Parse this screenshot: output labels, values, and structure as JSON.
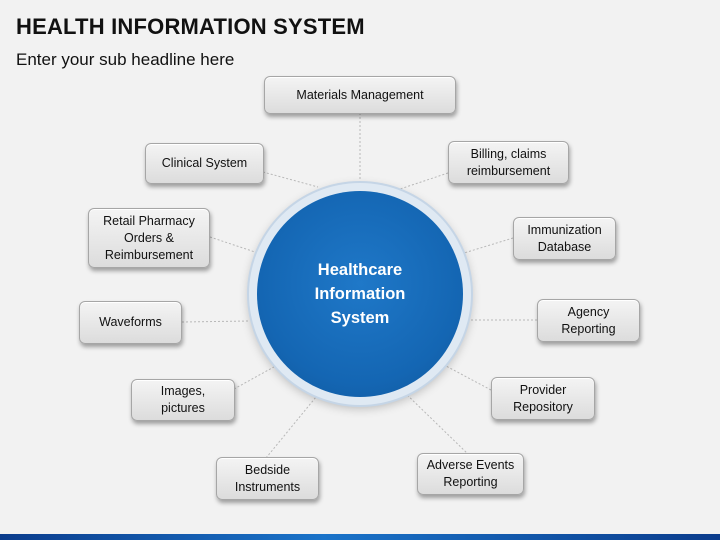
{
  "header": {
    "title": "HEALTH INFORMATION SYSTEM",
    "subtitle": "Enter your sub headline here"
  },
  "hub": {
    "label": "Healthcare\nInformation\nSystem",
    "color": "#1466b3"
  },
  "nodes": [
    {
      "id": "materials-management",
      "label": "Materials Management"
    },
    {
      "id": "billing-claims",
      "label": "Billing, claims\nreimbursement"
    },
    {
      "id": "immunization-database",
      "label": "Immunization\nDatabase"
    },
    {
      "id": "agency-reporting",
      "label": "Agency\nReporting"
    },
    {
      "id": "provider-repository",
      "label": "Provider\nRepository"
    },
    {
      "id": "adverse-events",
      "label": "Adverse Events\nReporting"
    },
    {
      "id": "bedside-instruments",
      "label": "Bedside\nInstruments"
    },
    {
      "id": "images-pictures",
      "label": "Images,\npictures"
    },
    {
      "id": "waveforms",
      "label": "Waveforms"
    },
    {
      "id": "retail-pharmacy",
      "label": "Retail Pharmacy\nOrders &\nReimbursement"
    },
    {
      "id": "clinical-system",
      "label": "Clinical System"
    }
  ],
  "colors": {
    "background": "#f2f2f2",
    "node_fill": "#e4e4e4",
    "connector": "#b8b8b8",
    "accent_bar": "#1a73c9"
  }
}
